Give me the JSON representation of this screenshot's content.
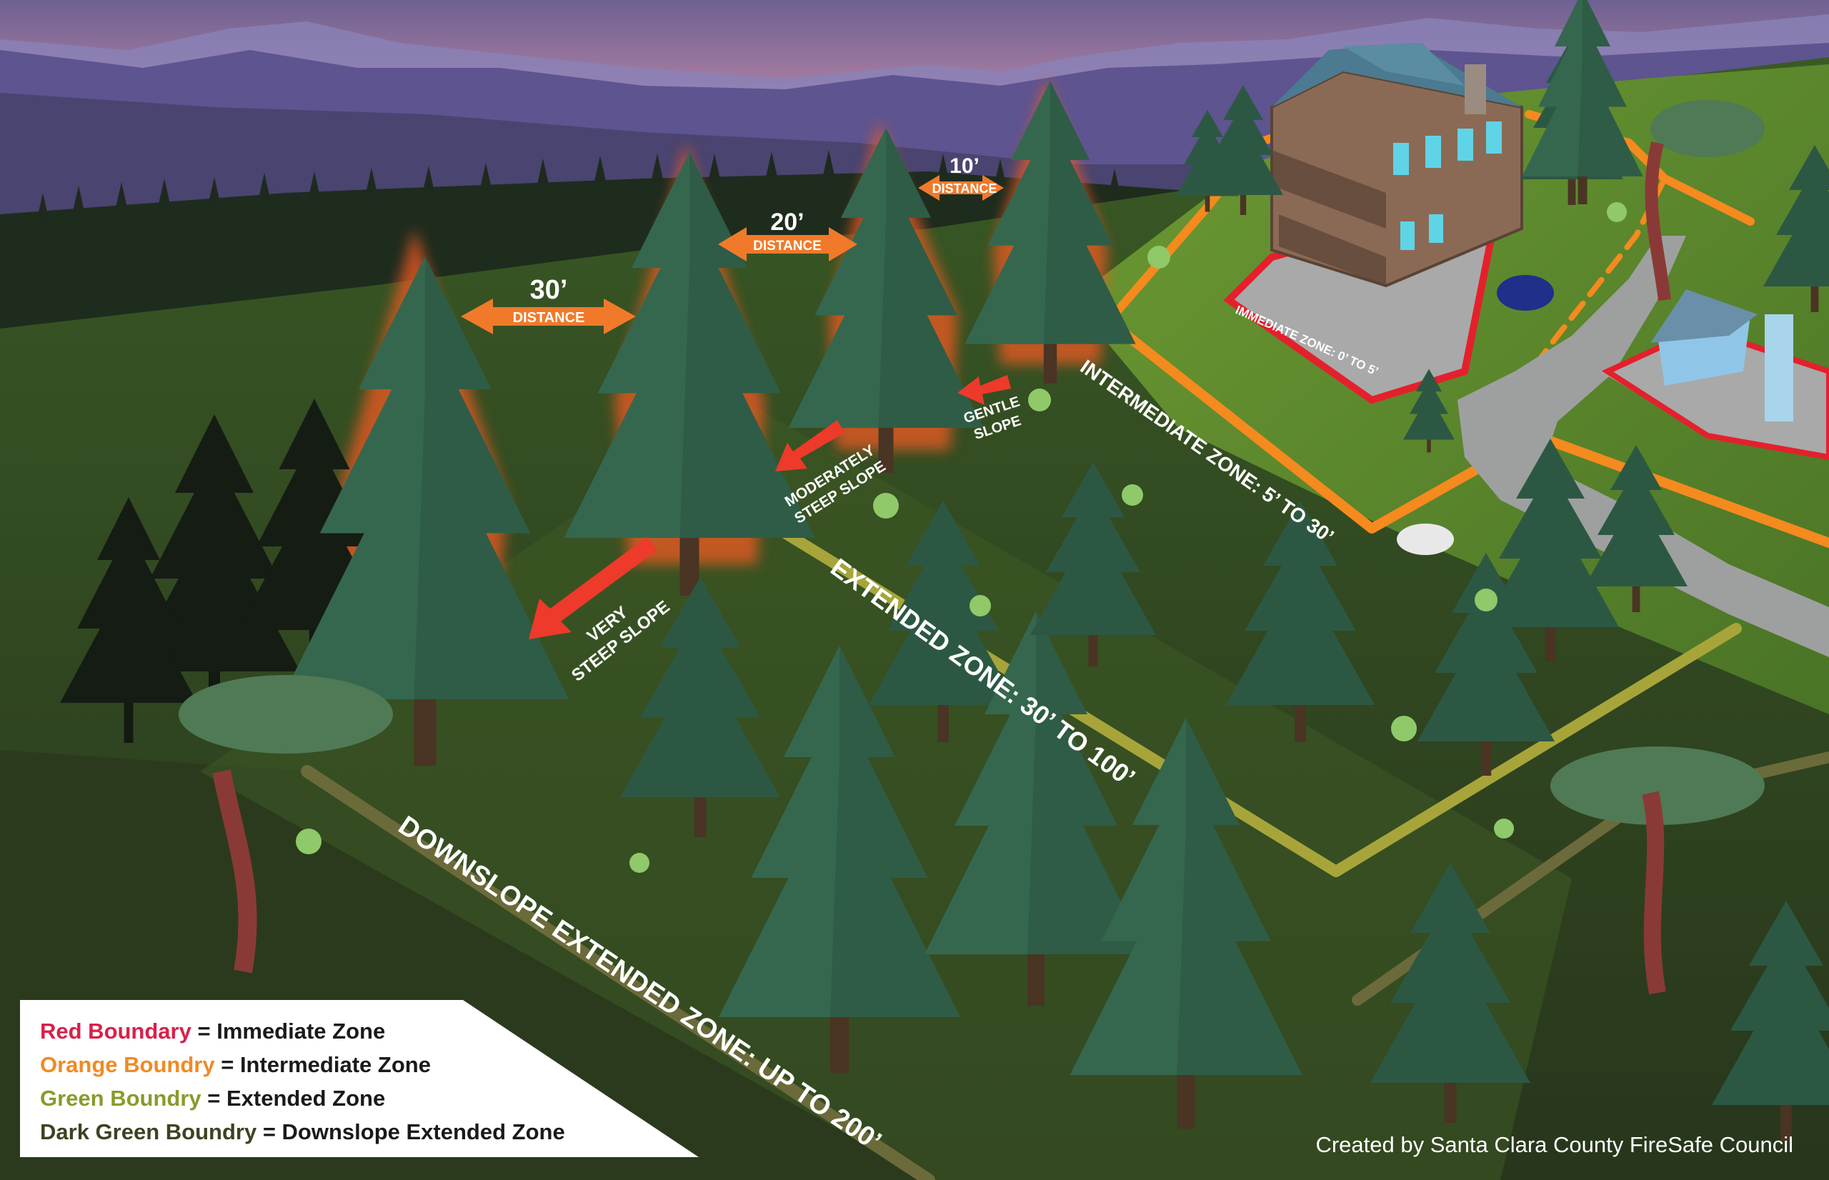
{
  "distances": {
    "d30": {
      "value": "30’",
      "label": "DISTANCE"
    },
    "d20": {
      "value": "20’",
      "label": "DISTANCE"
    },
    "d10": {
      "value": "10’",
      "label": "DISTANCE"
    }
  },
  "slopes": {
    "very_steep": [
      "VERY",
      "STEEP SLOPE"
    ],
    "moderately_steep": [
      "MODERATELY",
      "STEEP SLOPE"
    ],
    "gentle": [
      "GENTLE",
      "SLOPE"
    ]
  },
  "zones": {
    "immediate": "IMMEDIATE ZONE: 0’ TO 5’",
    "intermediate": "INTERMEDIATE ZONE: 5’ TO 30’",
    "extended": "EXTENDED ZONE: 30’ TO 100’",
    "downslope": "DOWNSLOPE EXTENDED ZONE: UP TO 200’"
  },
  "legend": [
    {
      "term": "Red Boundary",
      "sep": " = ",
      "desc": "Immediate Zone",
      "color": "#d8204a"
    },
    {
      "term": "Orange Boundry",
      "sep": " = ",
      "desc": "Intermediate Zone",
      "color": "#f08a24"
    },
    {
      "term": "Green Boundry",
      "sep": " = ",
      "desc": "Extended Zone",
      "color": "#8a9a2c"
    },
    {
      "term": "Dark Green Boundry",
      "sep": " = ",
      "desc": "Downslope Extended Zone",
      "color": "#3b4422"
    }
  ],
  "credit": "Created by Santa Clara County FireSafe Council",
  "colors": {
    "immediate": "#e4202c",
    "intermediate": "#f58a1f",
    "extended": "#a7a53a",
    "downslope": "#4a4a2a",
    "tree": "#2f5a45",
    "grass": "#4e7a2a",
    "sky_top": "#6a5a8c",
    "sky_bottom": "#f0a0a8"
  }
}
